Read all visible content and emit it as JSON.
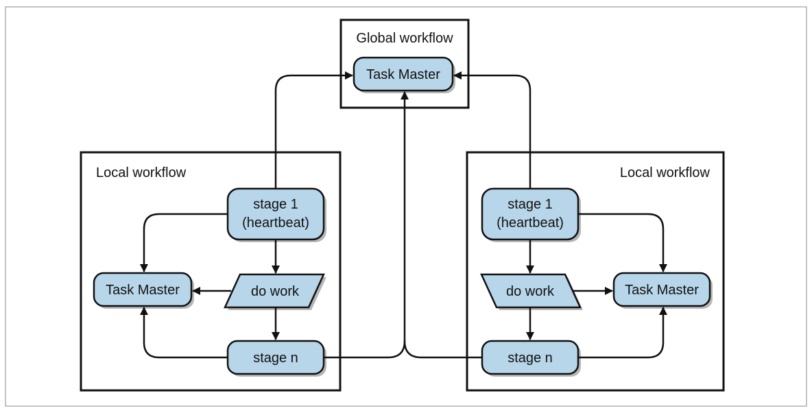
{
  "global_workflow": {
    "title": "Global workflow",
    "task_master": "Task Master"
  },
  "local_left": {
    "title": "Local workflow",
    "stage1_line1": "stage 1",
    "stage1_line2": "(heartbeat)",
    "do_work": "do work",
    "task_master": "Task Master",
    "stage_n": "stage n"
  },
  "local_right": {
    "title": "Local workflow",
    "stage1_line1": "stage 1",
    "stage1_line2": "(heartbeat)",
    "do_work": "do work",
    "task_master": "Task Master",
    "stage_n": "stage n"
  },
  "colors": {
    "node_fill": "#b8d6ea",
    "stroke": "#111111"
  }
}
